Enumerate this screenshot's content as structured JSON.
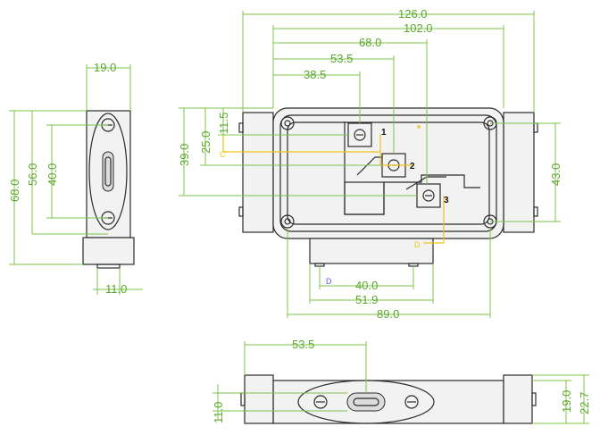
{
  "dimensions": {
    "top_view": {
      "d126": "126.0",
      "d102": "102.0",
      "d68": "68.0",
      "d53_5": "53.5",
      "d38_5": "38.5",
      "d11_5": "11.5",
      "d25": "25.0",
      "d39": "39.0",
      "d43": "43.0",
      "d40": "40.0",
      "d51_9": "51.9",
      "d89": "89.0"
    },
    "side_view": {
      "d19": "19.0",
      "d68": "68.0",
      "d56": "56.0",
      "d40": "40.0",
      "d11": "11.0"
    },
    "front_view": {
      "d53_5": "53.5",
      "d11": "11.0",
      "d19": "19.0",
      "d22_7": "22.7"
    }
  },
  "labels": {
    "pin1": "1",
    "pin2": "2",
    "pin3": "3",
    "mark_c": "C",
    "mark_d1": "D",
    "mark_d2": "D"
  },
  "colors": {
    "dimension": "#7ec34a",
    "highlight": "#f0c419",
    "outline": "#2b2b2b"
  }
}
